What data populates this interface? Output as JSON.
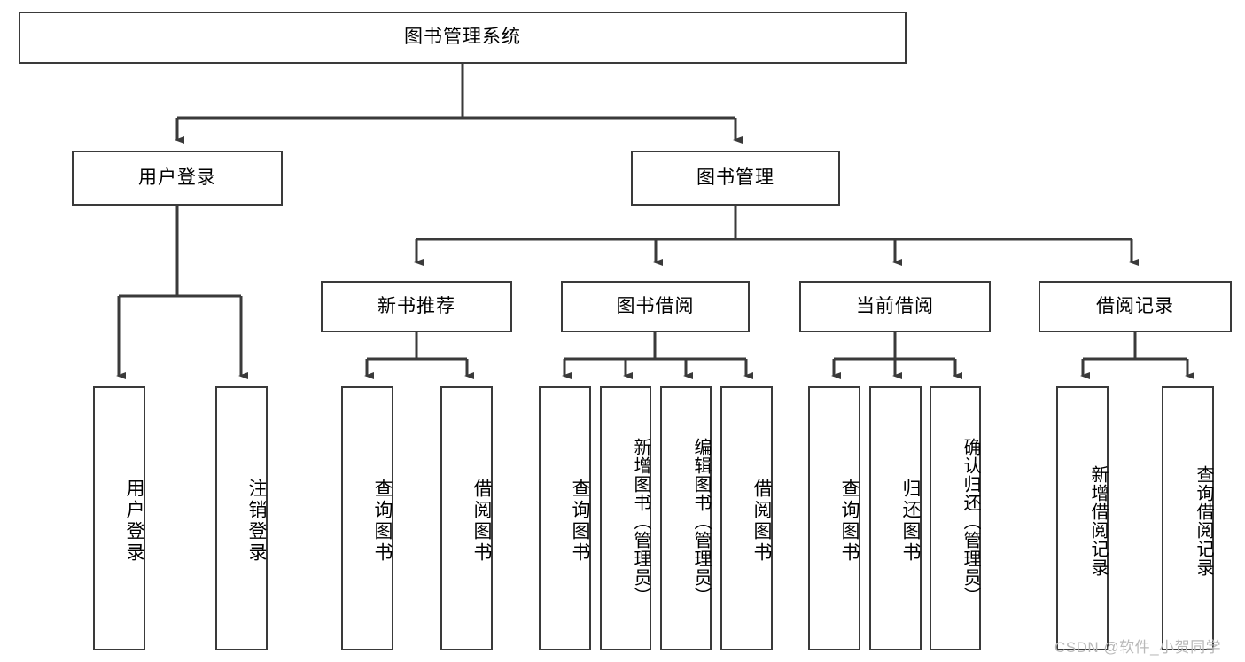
{
  "diagram": {
    "type": "tree",
    "title": "图书管理系统",
    "orientation": "top-down",
    "colors": {
      "box_border": "#3a3a3a",
      "box_fill": "#ffffff",
      "connector": "#3a3a3a",
      "watermark": "#b9b9b9"
    },
    "root": {
      "label": "图书管理系统"
    },
    "level2": [
      {
        "label": "用户登录"
      },
      {
        "label": "图书管理"
      }
    ],
    "level3": [
      {
        "label": "新书推荐"
      },
      {
        "label": "图书借阅"
      },
      {
        "label": "当前借阅"
      },
      {
        "label": "借阅记录"
      }
    ],
    "leaves": {
      "user_login": [
        {
          "label": "用户登录"
        },
        {
          "label": "注销登录"
        }
      ],
      "new_book_recommend": [
        {
          "label": "查询图书"
        },
        {
          "label": "借阅图书"
        }
      ],
      "book_borrow": [
        {
          "label": "查询图书"
        },
        {
          "label": "新增图书（管理员）"
        },
        {
          "label": "编辑图书（管理员）"
        },
        {
          "label": "借阅图书"
        }
      ],
      "current_borrow": [
        {
          "label": "查询图书"
        },
        {
          "label": "归还图书"
        },
        {
          "label": "确认归还（管理员）"
        }
      ],
      "borrow_record": [
        {
          "label": "新增借阅记录"
        },
        {
          "label": "查询借阅记录"
        }
      ]
    }
  },
  "watermark": {
    "text": "CSDN @软件_小贺同学"
  }
}
